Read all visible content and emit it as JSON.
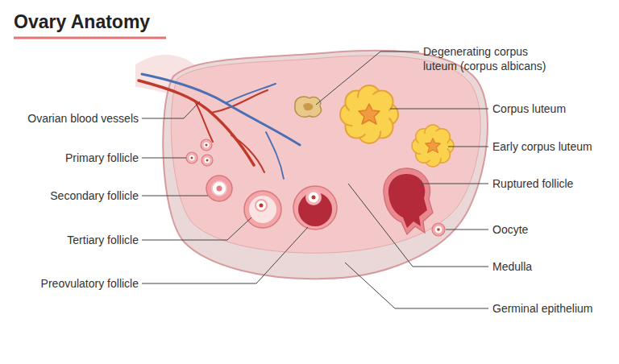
{
  "diagram": {
    "title": "Ovary Anatomy",
    "labels": [
      "Degenerating corpus luteum (corpus albicans)",
      "Ovarian blood vessels",
      "Corpus luteum",
      "Primary follicle",
      "Early corpus luteum",
      "Ruptured follicle",
      "Secondary follicle",
      "Oocyte",
      "Tertiary follicle",
      "Medulla",
      "Preovulatory follicle",
      "Germinal epithelium"
    ]
  }
}
